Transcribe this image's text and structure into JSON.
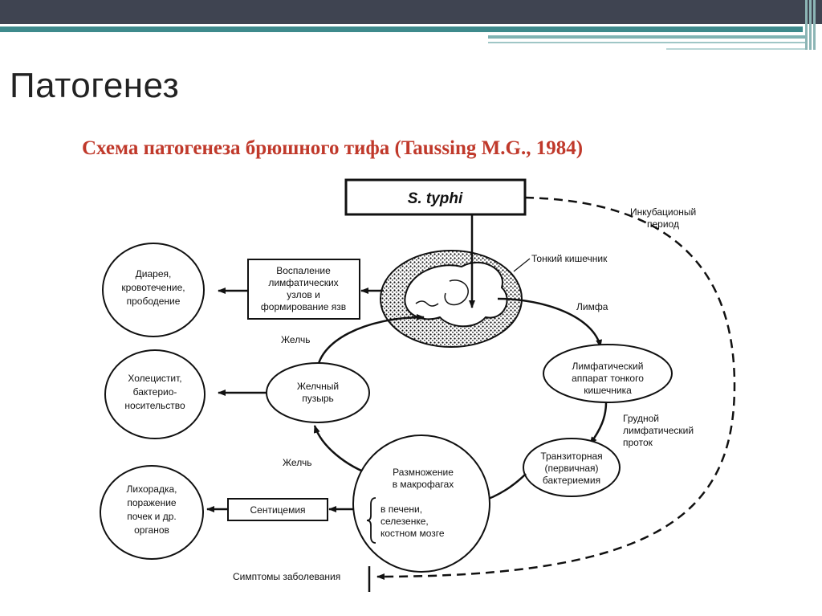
{
  "slide": {
    "title": "Патогенез"
  },
  "diagram": {
    "title": "Схема патогенеза брюшного тифа (Taussing M.G., 1984)",
    "source": "S. typhi",
    "small_intestine": "Тонкий кишечник",
    "incubation": [
      "Инкубационый",
      "период"
    ],
    "lymph": "Лимфа",
    "bile_top": "Желчь",
    "bile_bottom": "Желчь",
    "inflammation": [
      "Воспаление",
      "лимфатических",
      "узлов и",
      "формирование язв"
    ],
    "outcome_diarrhea": [
      "Диарея,",
      "кровотечение,",
      "прободение"
    ],
    "lymph_apparatus": [
      "Лимфатический",
      "аппарат тонкого",
      "кишечника"
    ],
    "thoracic_duct": [
      "Грудной",
      "лимфатический",
      "проток"
    ],
    "bacteremia": [
      "Транзиторная",
      "(первичная)",
      "бактериемия"
    ],
    "gallbladder": [
      "Желчный",
      "пузырь"
    ],
    "outcome_cholecystitis": [
      "Холецистит,",
      "бактерио-",
      "носительство"
    ],
    "reproduction": [
      "Размножение",
      "в макрофагах"
    ],
    "reproduction_sites": [
      "в печени,",
      "селезенке,",
      "костном мозге"
    ],
    "septicemia": "Сентицемия",
    "outcome_fever": [
      "Лихорадка,",
      "поражение",
      "почек и др.",
      "органов"
    ],
    "symptoms": "Симптомы заболевания"
  }
}
